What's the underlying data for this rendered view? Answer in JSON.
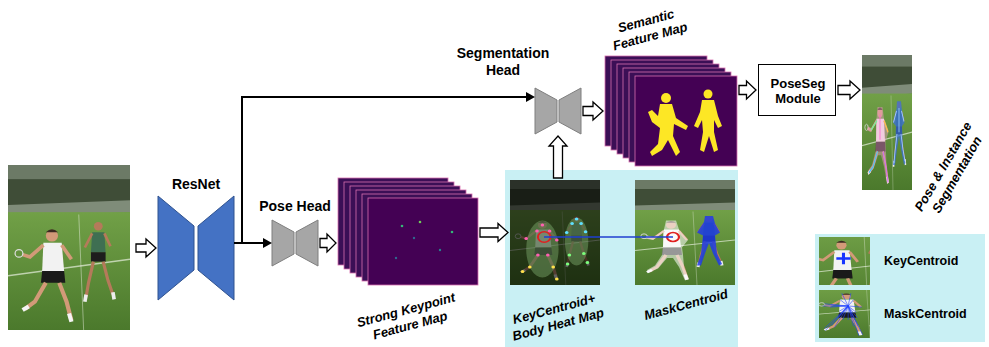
{
  "diagram": {
    "nodes": [
      {
        "text": [
          "ResNet"
        ]
      },
      {
        "text": [
          "Pose Head"
        ]
      },
      {
        "text": [
          "Strong Keypoint Feature Map"
        ]
      },
      {
        "text": [
          "Segmentation Head"
        ]
      },
      {
        "text": [
          "Semantic Feature Map"
        ]
      },
      {
        "text": [
          "KeyCentroid+ Body Heat Map"
        ]
      },
      {
        "text": [
          "MaskCentroid"
        ]
      },
      {
        "text": [
          "PoseSeg Module"
        ]
      },
      {
        "text": [
          "Pose & Instance Segmentation"
        ]
      }
    ],
    "edges": [
      {
        "from": 0,
        "to": 1,
        "arrow": "to"
      },
      {
        "from": 0,
        "to": 3,
        "arrow": "to"
      },
      {
        "from": 1,
        "to": 2,
        "arrow": "to"
      },
      {
        "from": 2,
        "to": 5,
        "arrow": "to"
      },
      {
        "from": 5,
        "to": 6,
        "arrow": "none"
      },
      {
        "from": 5,
        "to": 3,
        "arrow": "to"
      },
      {
        "from": 3,
        "to": 4,
        "arrow": "to"
      },
      {
        "from": 4,
        "to": 7,
        "arrow": "to"
      },
      {
        "from": 7,
        "to": 8,
        "arrow": "to"
      }
    ],
    "legend": [
      {
        "text": "KeyCentroid"
      },
      {
        "text": "MaskCentroid"
      }
    ]
  }
}
